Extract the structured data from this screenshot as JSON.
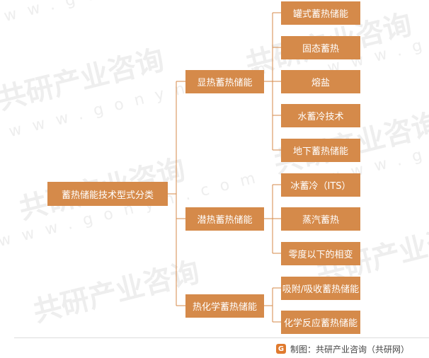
{
  "watermark": {
    "brand": "共研产业咨询",
    "url": "www.gonyn.com"
  },
  "diagram": {
    "root": "蓄热储能技术型式分类",
    "branches": [
      {
        "label": "显热蓄热储能",
        "children": [
          "罐式蓄热储能",
          "固态蓄热",
          "熔盐",
          "水蓄冷技术",
          "地下蓄热储能"
        ]
      },
      {
        "label": "潜热蓄热储能",
        "children": [
          "冰蓄冷（ITS）",
          "蒸汽蓄热",
          "零度以下的相变"
        ]
      },
      {
        "label": "热化学蓄热储能",
        "children": [
          "吸附/吸收蓄热储能",
          "化学反应蓄热储能"
        ]
      }
    ]
  },
  "footer": {
    "logo_glyph": "G",
    "source": "制图：共研产业咨询（共研网）"
  },
  "colors": {
    "node": "#d58a4a",
    "line": "#d58a4a"
  }
}
